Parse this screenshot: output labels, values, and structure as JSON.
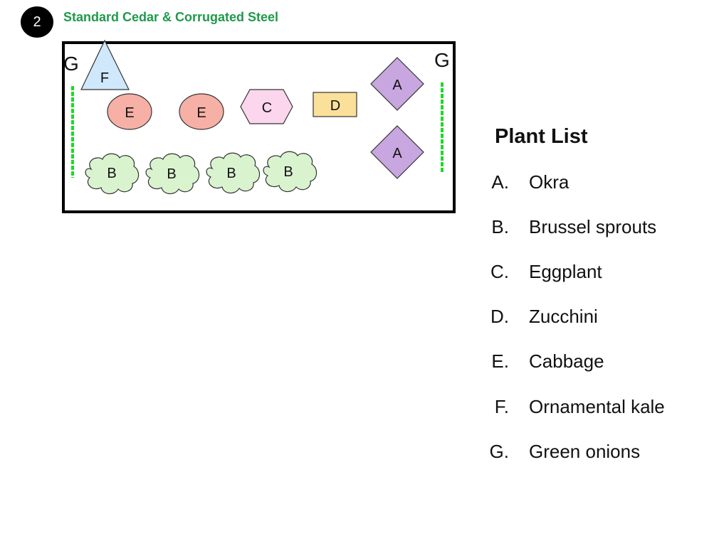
{
  "bed": {
    "number": "2",
    "title": "Standard Cedar & Corrugated Steel"
  },
  "layout_labels": {
    "g": "G",
    "f": "F",
    "e": "E",
    "c": "C",
    "d": "D",
    "a": "A",
    "b": "B"
  },
  "plant_list": {
    "title": "Plant List",
    "items": [
      {
        "letter": "A.",
        "name": "Okra"
      },
      {
        "letter": "B.",
        "name": "Brussel sprouts"
      },
      {
        "letter": "C.",
        "name": "Eggplant"
      },
      {
        "letter": "D.",
        "name": "Zucchini"
      },
      {
        "letter": "E.",
        "name": "Cabbage"
      },
      {
        "letter": "F.",
        "name": "Ornamental kale"
      },
      {
        "letter": "G.",
        "name": "Green onions"
      }
    ]
  },
  "colors": {
    "title_green": "#1f9a4a",
    "onion_green": "#22d62a",
    "kale_blue": "#cfe8fb",
    "cabbage_salmon": "#f6b0a6",
    "eggplant_pink": "#fbd6ec",
    "zucchini_yellow": "#fbe09a",
    "okra_purple": "#c8a6e0",
    "sprouts_green": "#d9f3cf"
  }
}
